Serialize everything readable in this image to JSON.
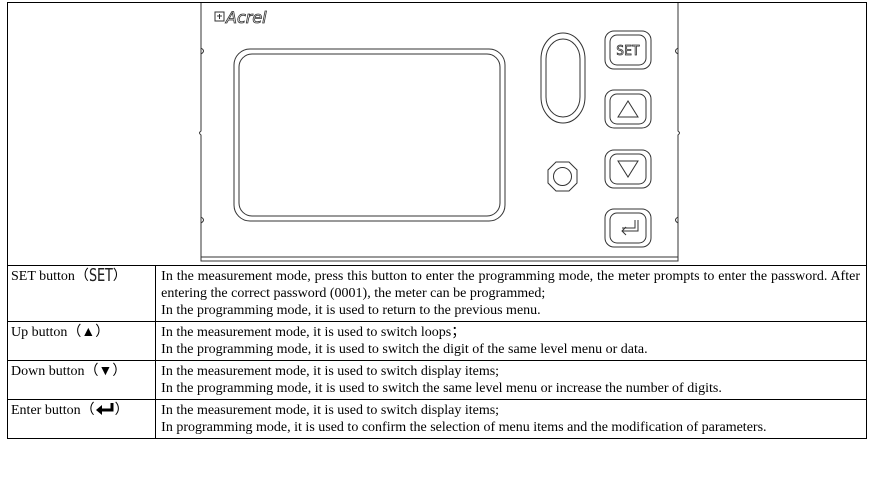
{
  "figure": {
    "logo_text": "Acrel",
    "keypad_labels": {
      "set": "SET"
    },
    "colors": {
      "line": "#333333"
    }
  },
  "rows": [
    {
      "name_prefix": "SET button（",
      "name_icon_text": "SET",
      "name_icon": "set-key-icon",
      "name_suffix": "）",
      "lines": [
        "In the measurement mode, press this button to enter the programming mode, the meter prompts to enter the password. After entering the correct password (0001), the meter can be programmed;",
        "In the programming mode, it is used to return to the previous menu."
      ]
    },
    {
      "name_prefix": "Up button（",
      "name_icon_text": "▲",
      "name_icon": "up-triangle-icon",
      "name_suffix": "）",
      "lines": [
        "In the measurement mode, it is used to switch loops；",
        "In the programming mode, it is used to switch the digit of the same level menu or data."
      ]
    },
    {
      "name_prefix": "Down button（",
      "name_icon_text": "▼",
      "name_icon": "down-triangle-icon",
      "name_suffix": "）",
      "lines": [
        "In the measurement mode, it is used to switch display items;",
        "In the programming mode, it is used to switch the same level menu or increase the number of digits."
      ]
    },
    {
      "name_prefix": "Enter button（",
      "name_icon": "enter-arrow-icon",
      "name_suffix": "）",
      "lines": [
        "In the measurement mode, it is used to switch display items;",
        "In programming mode, it is used to confirm the selection of menu items and the modification of parameters."
      ]
    }
  ]
}
